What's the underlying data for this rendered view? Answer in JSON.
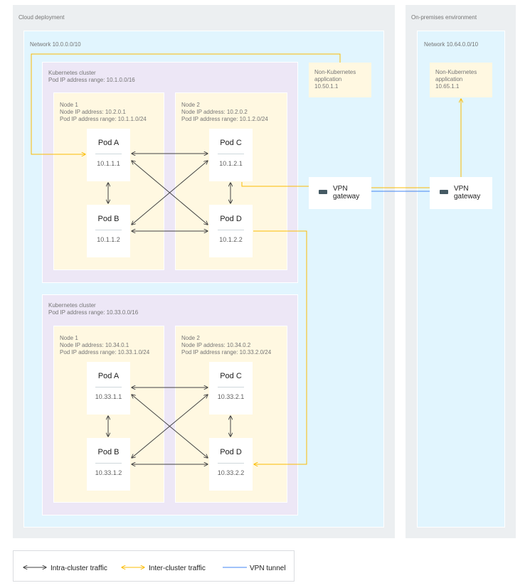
{
  "cloud": {
    "title": "Cloud deployment",
    "network_label": "Network 10.0.0.0/10",
    "clusters": [
      {
        "label": "Kubernetes cluster\nPod IP address range: 10.1.0.0/16",
        "nodes": [
          {
            "label": "Node 1\nNode IP address: 10.2.0.1\nPod IP address range: 10.1.1.0/24",
            "pods": [
              {
                "name": "Pod A",
                "ip": "10.1.1.1"
              },
              {
                "name": "Pod B",
                "ip": "10.1.1.2"
              }
            ]
          },
          {
            "label": "Node 2\nNode IP address: 10.2.0.2\nPod IP address range: 10.1.2.0/24",
            "pods": [
              {
                "name": "Pod C",
                "ip": "10.1.2.1"
              },
              {
                "name": "Pod D",
                "ip": "10.1.2.2"
              }
            ]
          }
        ]
      },
      {
        "label": "Kubernetes cluster\nPod IP address range: 10.33.0.0/16",
        "nodes": [
          {
            "label": "Node 1\nNode IP address: 10.34.0.1\nPod IP address range: 10.33.1.0/24",
            "pods": [
              {
                "name": "Pod A",
                "ip": "10.33.1.1"
              },
              {
                "name": "Pod B",
                "ip": "10.33.1.2"
              }
            ]
          },
          {
            "label": "Node 2\nNode IP address: 10.34.0.2\nPod IP address range: 10.33.2.0/24",
            "pods": [
              {
                "name": "Pod C",
                "ip": "10.33.2.1"
              },
              {
                "name": "Pod D",
                "ip": "10.33.2.2"
              }
            ]
          }
        ]
      }
    ],
    "non_k8s_app": "Non-Kubernetes\napplication\n10.50.1.1",
    "vpn_gateway": "VPN\ngateway"
  },
  "onprem": {
    "title": "On-premises environment",
    "network_label": "Network 10.64.0.0/10",
    "non_k8s_app": "Non-Kubernetes\napplication\n10.65.1.1",
    "vpn_gateway": "VPN\ngateway"
  },
  "legend": {
    "intra": "Intra-cluster traffic",
    "inter": "Inter-cluster traffic",
    "vpn": "VPN tunnel"
  },
  "colors": {
    "intra": "#424242",
    "inter": "#fbbc04",
    "vpn": "#4285f4"
  }
}
